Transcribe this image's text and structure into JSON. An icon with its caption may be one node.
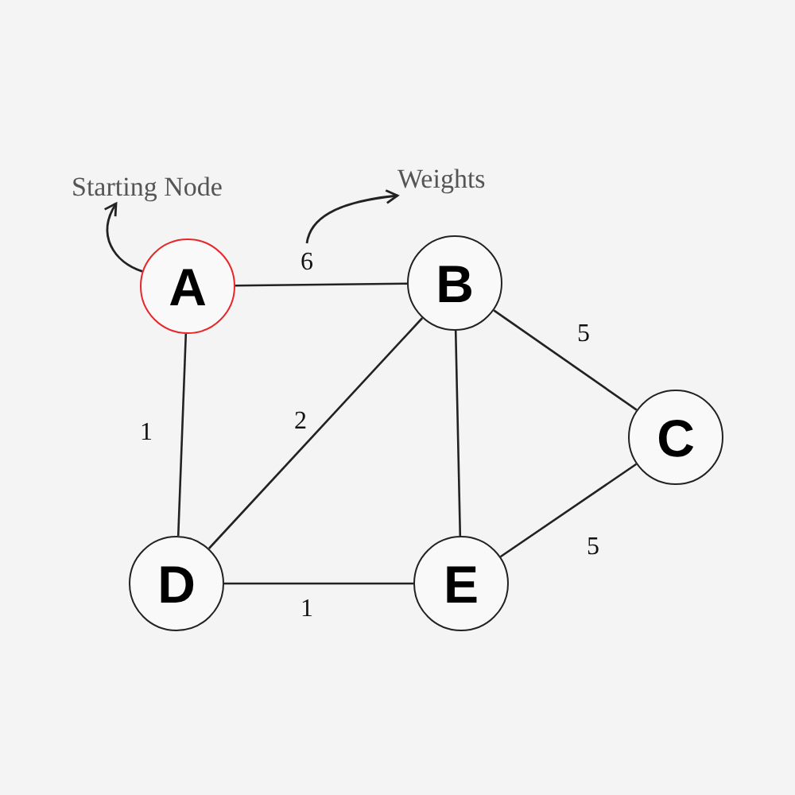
{
  "diagram": {
    "nodes": [
      {
        "text": [
          "Starting Node"
        ]
      },
      {
        "text": [
          "Weights"
        ]
      },
      {
        "text": [
          "A"
        ]
      },
      {
        "text": [
          "B"
        ]
      },
      {
        "text": [
          "C"
        ]
      },
      {
        "text": [
          "D"
        ]
      },
      {
        "text": [
          "E"
        ]
      }
    ],
    "edges": [
      {
        "from": 2,
        "to": 3,
        "arrow": "none",
        "label": "6"
      },
      {
        "from": 3,
        "to": 4,
        "arrow": "none",
        "label": "5"
      },
      {
        "from": 2,
        "to": 5,
        "arrow": "none",
        "label": "1"
      },
      {
        "from": 3,
        "to": 5,
        "arrow": "none",
        "label": "2"
      },
      {
        "from": 3,
        "to": 6,
        "arrow": "none"
      },
      {
        "from": 4,
        "to": 6,
        "arrow": "none",
        "label": "5"
      },
      {
        "from": 5,
        "to": 6,
        "arrow": "none",
        "label": "1"
      },
      {
        "from": 2,
        "to": 0,
        "arrow": "to"
      },
      {
        "from": null,
        "to": 1,
        "arrow": "to"
      }
    ]
  }
}
